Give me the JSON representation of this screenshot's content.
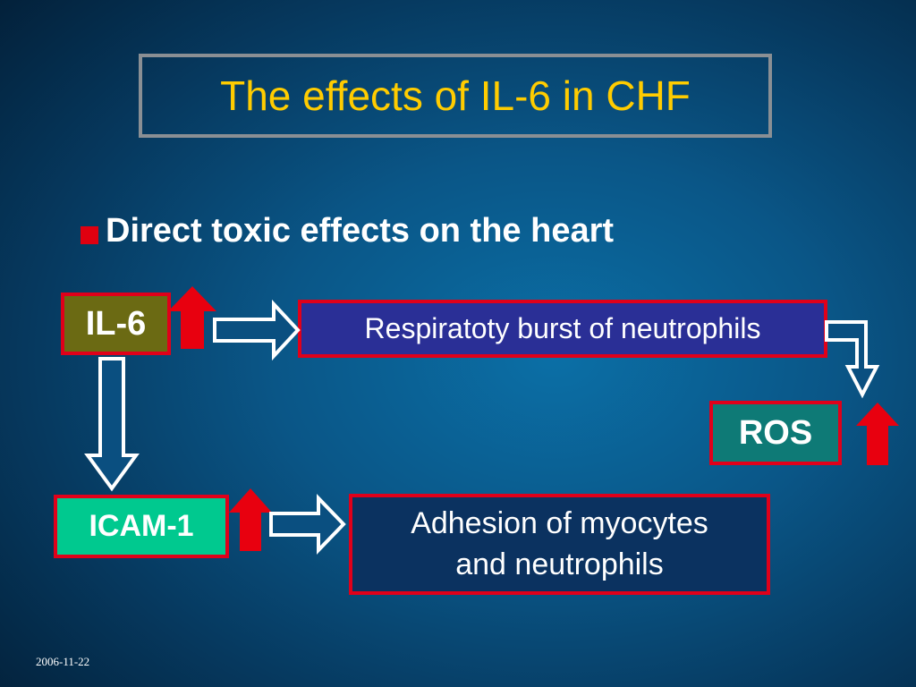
{
  "slide": {
    "title": "The effects of IL-6 in CHF",
    "bullet": "Direct toxic effects on the heart",
    "date": "2006-11-22"
  },
  "diagram": {
    "il6_label": "IL-6",
    "respiratory_label": "Respiratoty burst of neutrophils",
    "ros_label": "ROS",
    "icam_label": "ICAM-1",
    "adhesion_line1": "Adhesion of myocytes",
    "adhesion_line2": "and neutrophils"
  },
  "colors": {
    "title_text": "#ffcc00",
    "box_border": "#e0001a",
    "up_arrow": "#e8000f",
    "il6_fill": "#6b6a13",
    "respiratory_fill": "#2a2f96",
    "ros_fill": "#0e7a76",
    "icam_fill": "#00c98f",
    "adhesion_fill": "#0b3260"
  },
  "icons": [
    "up-arrow-icon",
    "right-arrow-icon",
    "down-arrow-icon"
  ]
}
